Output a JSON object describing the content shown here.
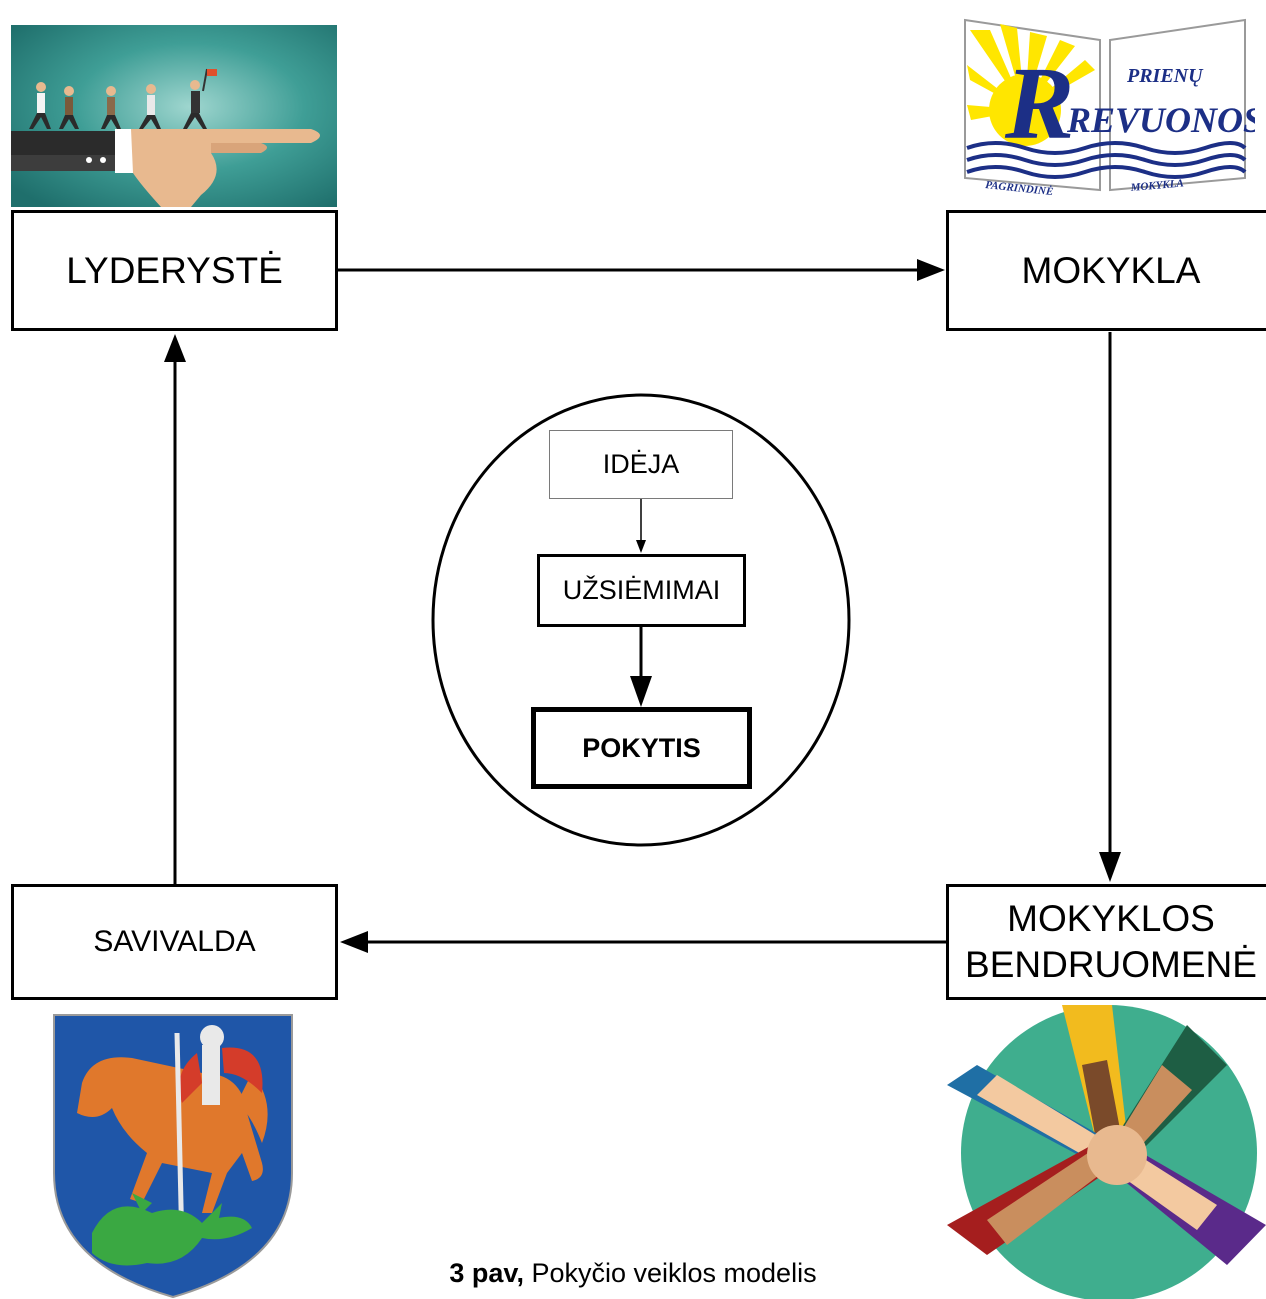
{
  "nodes": {
    "lyderyste": "LYDERYSTĖ",
    "mokykla": "MOKYKLA",
    "bendruomene_line1": "MOKYKLOS",
    "bendruomene_line2": "BENDRUOMENĖ",
    "savivalda": "SAVIVALDA",
    "ideja": "IDĖJA",
    "uzsiemimai": "UŽSIĖMIMAI",
    "pokytis": "POKYTIS"
  },
  "logo": {
    "top": "PRIENŲ",
    "main": "REVUONOS",
    "left_band": "PAGRINDINĖ",
    "right_band": "MOKYKLA"
  },
  "caption": {
    "bold": "3 pav,",
    "text": " Pokyčio veiklos modelis"
  },
  "colors": {
    "leadership_bg": "#2e8f88",
    "logo_blue": "#1c2f86",
    "logo_yellow": "#ffe600",
    "shield_blue": "#1f56a8",
    "hands_bg": "#3fae8e"
  }
}
